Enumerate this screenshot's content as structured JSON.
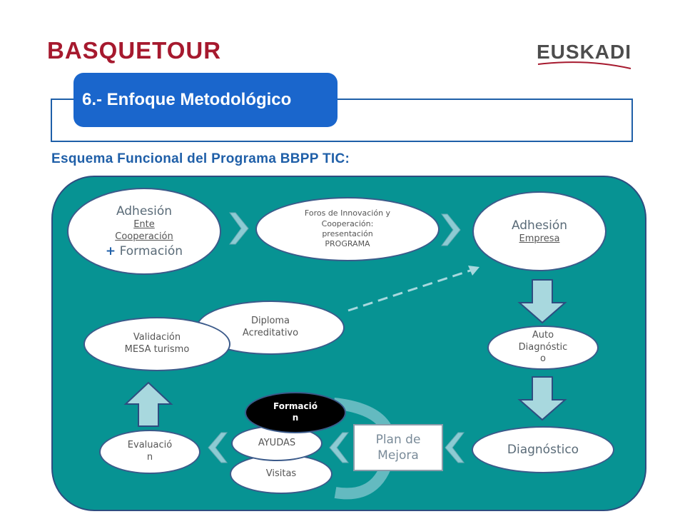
{
  "header": {
    "logo_left": "BASQUETOUR",
    "logo_right": "EUSKADI",
    "section_title": "6.- Enfoque Metodológico"
  },
  "subtitle": "Esquema Funcional del Programa BBPP TIC:",
  "diagram": {
    "adhesion_ente": {
      "title": "Adhesión",
      "line1": "Ente",
      "line2": "Cooperación",
      "plus": "+",
      "line3": "Formación"
    },
    "foros": {
      "line1": "Foros de Innovación y",
      "line2": "Cooperación:",
      "line3": "presentación",
      "line4": "PROGRAMA"
    },
    "adhesion_empresa": {
      "title": "Adhesión",
      "line1": "Empresa"
    },
    "auto_diagnostico": {
      "line1": "Auto",
      "line2": "Diagnóstic",
      "line3": "o"
    },
    "diagnostico": {
      "label": "Diagnóstico"
    },
    "plan_mejora": {
      "line1": "Plan de",
      "line2": "Mejora"
    },
    "formacion": {
      "line1": "Formació",
      "line2": "n"
    },
    "ayudas": {
      "label": "AYUDAS"
    },
    "visitas": {
      "label": "Visitas"
    },
    "evaluacion": {
      "line1": "Evaluació",
      "line2": "n"
    },
    "validacion": {
      "line1": "Validación",
      "line2": "MESA turismo"
    },
    "diploma": {
      "line1": "Diploma",
      "line2": "Acreditativo"
    }
  },
  "colors": {
    "panel": "#079393",
    "title_tab": "#1a66cc",
    "arrow_fill": "#a8d8de",
    "chevron": "#8ccbd3"
  }
}
